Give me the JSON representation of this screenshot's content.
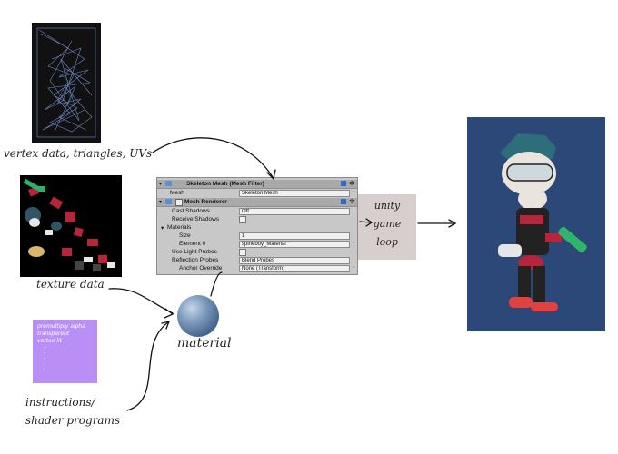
{
  "labels": {
    "vertex": "vertex data, triangles, UVs",
    "texture": "texture data",
    "instructions_line1": "instructions/",
    "instructions_line2": "shader programs",
    "material": "material",
    "game_loop": [
      "unity",
      "game",
      "loop"
    ]
  },
  "shader_card": {
    "lines": [
      "premultiply alpha",
      "transparent",
      "vertex lit",
      ".",
      ".",
      ".",
      ".",
      "."
    ]
  },
  "inspector": {
    "mesh_filter_title": "Skeleton Mesh (Mesh Filter)",
    "mesh_label": "Mesh",
    "mesh_value": "Skeleton Mesh",
    "renderer_title": "Mesh Renderer",
    "cast_shadows_label": "Cast Shadows",
    "cast_shadows_value": "Off",
    "receive_shadows_label": "Receive Shadows",
    "materials_label": "Materials",
    "size_label": "Size",
    "size_value": "1",
    "element0_label": "Element 0",
    "element0_value": "spineboy_Material",
    "light_probes_label": "Use Light Probes",
    "reflection_probes_label": "Reflection Probes",
    "reflection_probes_value": "Blend Probes",
    "anchor_override_label": "Anchor Override",
    "anchor_override_value": "None (Transform)"
  },
  "colors": {
    "shader_card": "#b98ef5",
    "spine_bg": "#2c4879",
    "note_bg": "#d7cfcd",
    "inspector_bg": "#c8c8c8"
  }
}
